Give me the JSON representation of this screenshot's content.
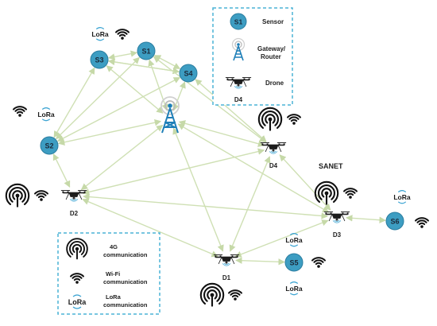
{
  "legend_top": {
    "items": [
      {
        "icon": "sensor-icon",
        "sample": "S1",
        "label": "Sensor"
      },
      {
        "icon": "gateway-router-icon",
        "label_lines": [
          "Gateway/",
          "Router"
        ]
      },
      {
        "icon": "drone-icon",
        "label": "Drone"
      }
    ],
    "bottom_label": "D4"
  },
  "legend_bottom": {
    "items": [
      {
        "icon": "4g-icon",
        "label_lines": [
          "4G",
          "communication"
        ]
      },
      {
        "icon": "wifi-icon",
        "label_lines": [
          "Wi-Fi",
          "communication"
        ]
      },
      {
        "icon": "lora-icon",
        "glyph": "LoRa",
        "label_lines": [
          "LoRa",
          "communication"
        ]
      }
    ]
  },
  "network_label": "SANET",
  "lora_text": "LoRa",
  "sensors": [
    {
      "id": "s1",
      "label": "S1"
    },
    {
      "id": "s2",
      "label": "S2"
    },
    {
      "id": "s3",
      "label": "S3"
    },
    {
      "id": "s4",
      "label": "S4"
    },
    {
      "id": "s5",
      "label": "S5"
    },
    {
      "id": "s6",
      "label": "S6"
    }
  ],
  "drones": [
    {
      "id": "d1",
      "label": "D1"
    },
    {
      "id": "d2",
      "label": "D2"
    },
    {
      "id": "d3",
      "label": "D3"
    },
    {
      "id": "d4",
      "label": "D4"
    }
  ],
  "colors": {
    "link": "#cfe0b4",
    "sensor_fill": "#3d9dc2",
    "sensor_stroke": "#2a7da0",
    "legend_border": "#4bb3d6",
    "drone": "#1c1c1c",
    "tower": "#1e7fb8"
  }
}
